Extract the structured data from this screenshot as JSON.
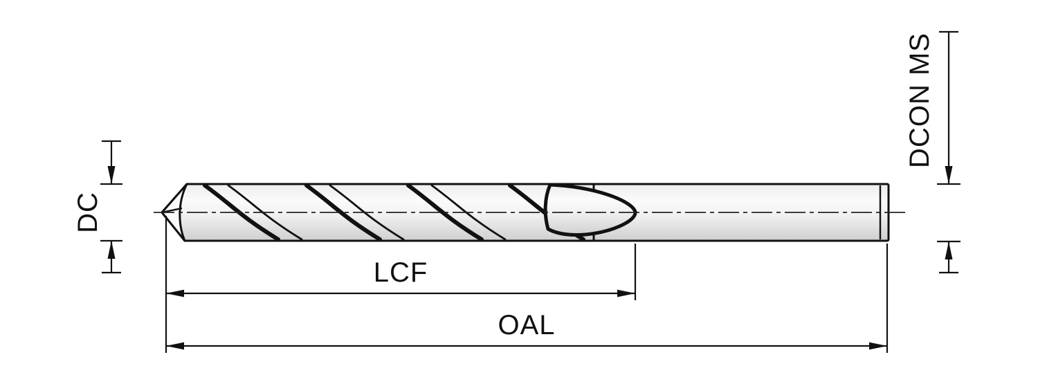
{
  "figure": {
    "type": "technical-drawing",
    "subject": "twist-drill-side-view",
    "labels": {
      "dc": "DC",
      "lcf": "LCF",
      "oal": "OAL",
      "dcon_ms": "DCON MS"
    },
    "colors": {
      "line": "#111111",
      "fill_light": "#fbfbfb",
      "fill_shadow": "#cfcfcf",
      "background": "#ffffff"
    }
  }
}
